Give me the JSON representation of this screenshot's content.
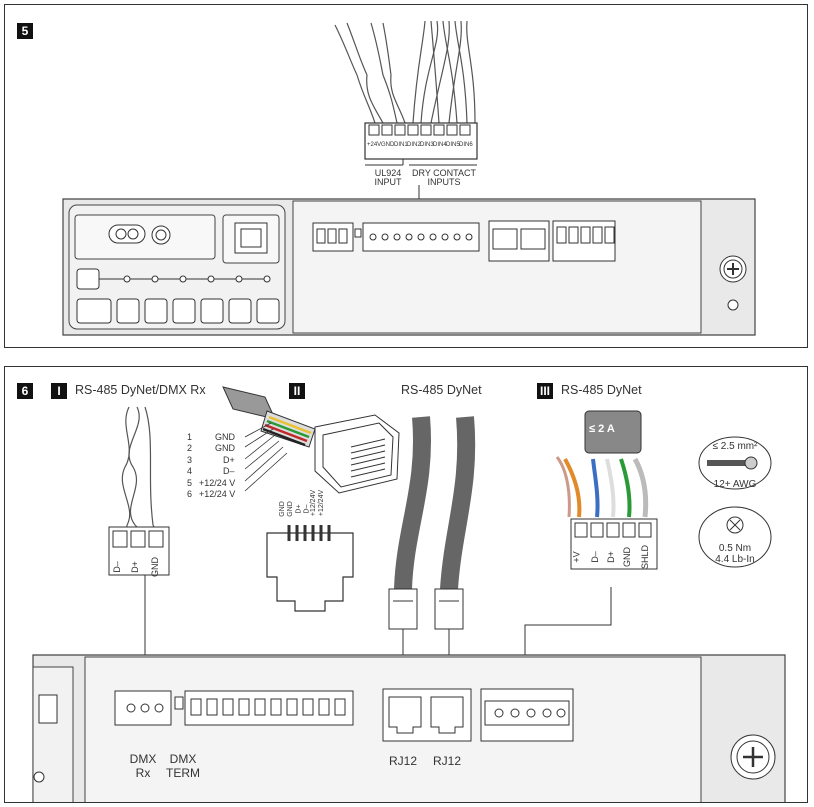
{
  "panel5": {
    "badge": "5",
    "terminal_pins": [
      "+24V",
      "GND",
      "DIN1",
      "DIN2",
      "DIN3",
      "DIN4",
      "DIN5",
      "DIN6"
    ],
    "ul924_label": "UL924",
    "ul924_sub": "INPUT",
    "dry_label": "DRY CONTACT",
    "dry_sub": "INPUTS"
  },
  "panel6": {
    "badge": "6",
    "section1": {
      "numeral": "I",
      "title": "RS-485 DyNet/DMX Rx"
    },
    "section2": {
      "numeral": "II"
    },
    "section3": {
      "numeral": "III",
      "title": "RS-485 DyNet"
    },
    "middle_title": "RS-485 DyNet",
    "dmx_pins": [
      "D–",
      "D+",
      "GND"
    ],
    "pinout": [
      {
        "num": "1",
        "sig": "GND"
      },
      {
        "num": "2",
        "sig": "GND"
      },
      {
        "num": "3",
        "sig": "D+"
      },
      {
        "num": "4",
        "sig": "D–"
      },
      {
        "num": "5",
        "sig": "+12/24 V"
      },
      {
        "num": "6",
        "sig": "+12/24 V"
      }
    ],
    "rj_top_pins": [
      "GND",
      "GND",
      "D+",
      "D–",
      "+12/24V",
      "+12/24V"
    ],
    "current_limit": "≤ 2 A",
    "dynet_pins": [
      "+V",
      "D–",
      "D+",
      "GND",
      "SHLD"
    ],
    "wire_spec": {
      "area": "≤ 2.5 mm²",
      "awg": "12+ AWG"
    },
    "torque": {
      "nm": "0.5 Nm",
      "lbin": "4.4 Lb-In"
    },
    "ports": {
      "dmx_rx": [
        "DMX",
        "Rx"
      ],
      "dmx_term": [
        "DMX",
        "TERM"
      ],
      "rj12_a": "RJ12",
      "rj12_b": "RJ12"
    }
  }
}
